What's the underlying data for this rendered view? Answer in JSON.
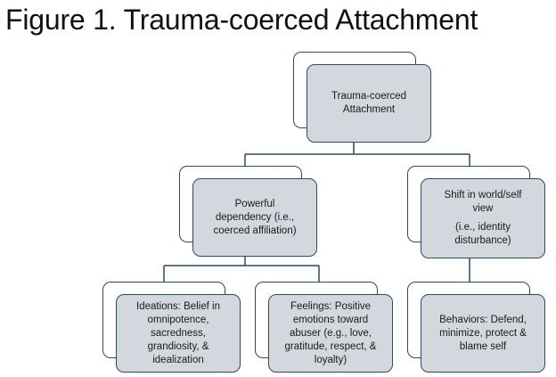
{
  "figure_title": "Figure 1. Trauma-coerced Attachment",
  "colors": {
    "node_fill": "#d3d7de",
    "node_border": "#2e4a5c",
    "back_fill": "#ffffff",
    "connector": "#2e4a5c"
  },
  "nodes": {
    "root": {
      "lines": [
        "Trauma-coerced",
        "Attachment"
      ]
    },
    "dependency": {
      "lines": [
        "Powerful",
        "dependency (i.e.,",
        "coerced affiliation)"
      ]
    },
    "shift": {
      "lines": [
        "Shift in world/self",
        "view"
      ],
      "lines2": [
        "(i.e., identity",
        "disturbance)"
      ]
    },
    "ideations": {
      "lines": [
        "Ideations: Belief in",
        "omnipotence,",
        "sacredness,",
        "grandiosity, &",
        "idealization"
      ]
    },
    "feelings": {
      "lines": [
        "Feelings: Positive",
        "emotions toward",
        "abuser (e.g., love,",
        "gratitude, respect, &",
        "loyalty)"
      ]
    },
    "behaviors": {
      "lines": [
        "Behaviors: Defend,",
        "minimize, protect &",
        "blame self"
      ]
    }
  }
}
